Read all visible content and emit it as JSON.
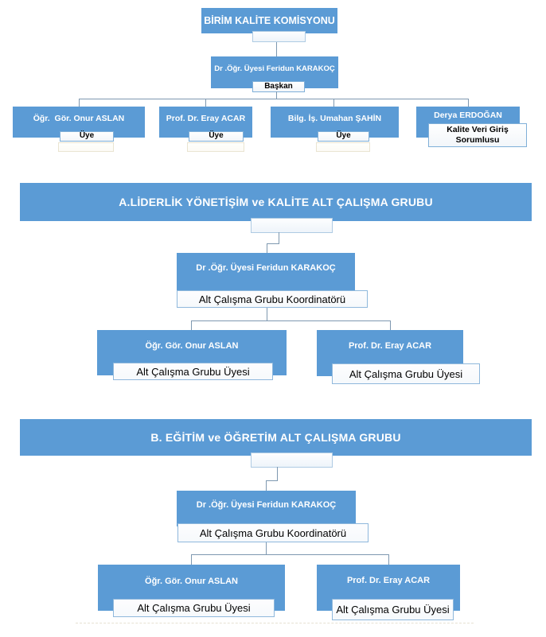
{
  "colors": {
    "accent_blue": "#5B9BD5",
    "connector": "#7E98B0",
    "label_border": "#7FAFD8",
    "label_text": "#000000",
    "box_text": "#FFFFFF"
  },
  "committee": {
    "title": "BİRİM KALİTE KOMİSYONU",
    "chair": {
      "name": "Dr .Öğr. Üyesi Feridun KARAKOÇ",
      "role": "Başkan"
    },
    "members": [
      {
        "name": "Öğr.  Gör. Onur ASLAN",
        "role": "Üye"
      },
      {
        "name": "Prof. Dr. Eray ACAR",
        "role": "Üye"
      },
      {
        "name": "Bilg. İş. Umahan ŞAHİN",
        "role": "Üye"
      },
      {
        "name": "Derya ERDOĞAN",
        "role": "Kalite Veri Giriş Sorumlusu"
      }
    ]
  },
  "group_a": {
    "title": "A.LİDERLİK YÖNETİŞİM ve KALİTE ALT ÇALIŞMA GRUBU",
    "coordinator": {
      "name": "Dr .Öğr. Üyesi Feridun KARAKOÇ",
      "role": "Alt Çalışma Grubu Koordinatörü"
    },
    "members": [
      {
        "name": "Öğr. Gör. Onur ASLAN",
        "role": "Alt Çalışma Grubu Üyesi"
      },
      {
        "name": "Prof. Dr. Eray ACAR",
        "role": "Alt Çalışma Grubu Üyesi"
      }
    ]
  },
  "group_b": {
    "title": "B. EĞİTİM ve ÖĞRETİM ALT ÇALIŞMA GRUBU",
    "coordinator": {
      "name": "Dr .Öğr. Üyesi Feridun KARAKOÇ",
      "role": "Alt Çalışma Grubu Koordinatörü"
    },
    "members": [
      {
        "name": "Öğr. Gör. Onur ASLAN",
        "role": "Alt Çalışma Grubu Üyesi"
      },
      {
        "name": "Prof. Dr. Eray ACAR",
        "role": "Alt Çalışma Grubu Üyesi"
      }
    ]
  }
}
